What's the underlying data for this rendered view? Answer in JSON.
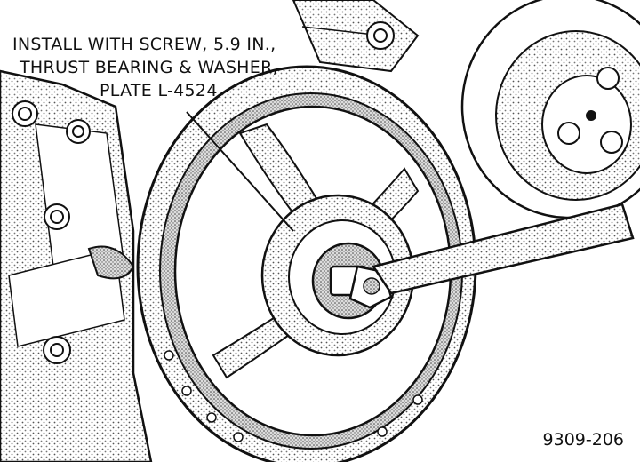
{
  "callout": {
    "lines": [
      "INSTALL WITH SCREW, 5.9 IN.,",
      "THRUST BEARING & WASHER,",
      "PLATE L-4524"
    ]
  },
  "figure_number": "9309-206",
  "colors": {
    "ink": "#111111",
    "shading": "#9a9a9a",
    "paper": "#ffffff"
  }
}
